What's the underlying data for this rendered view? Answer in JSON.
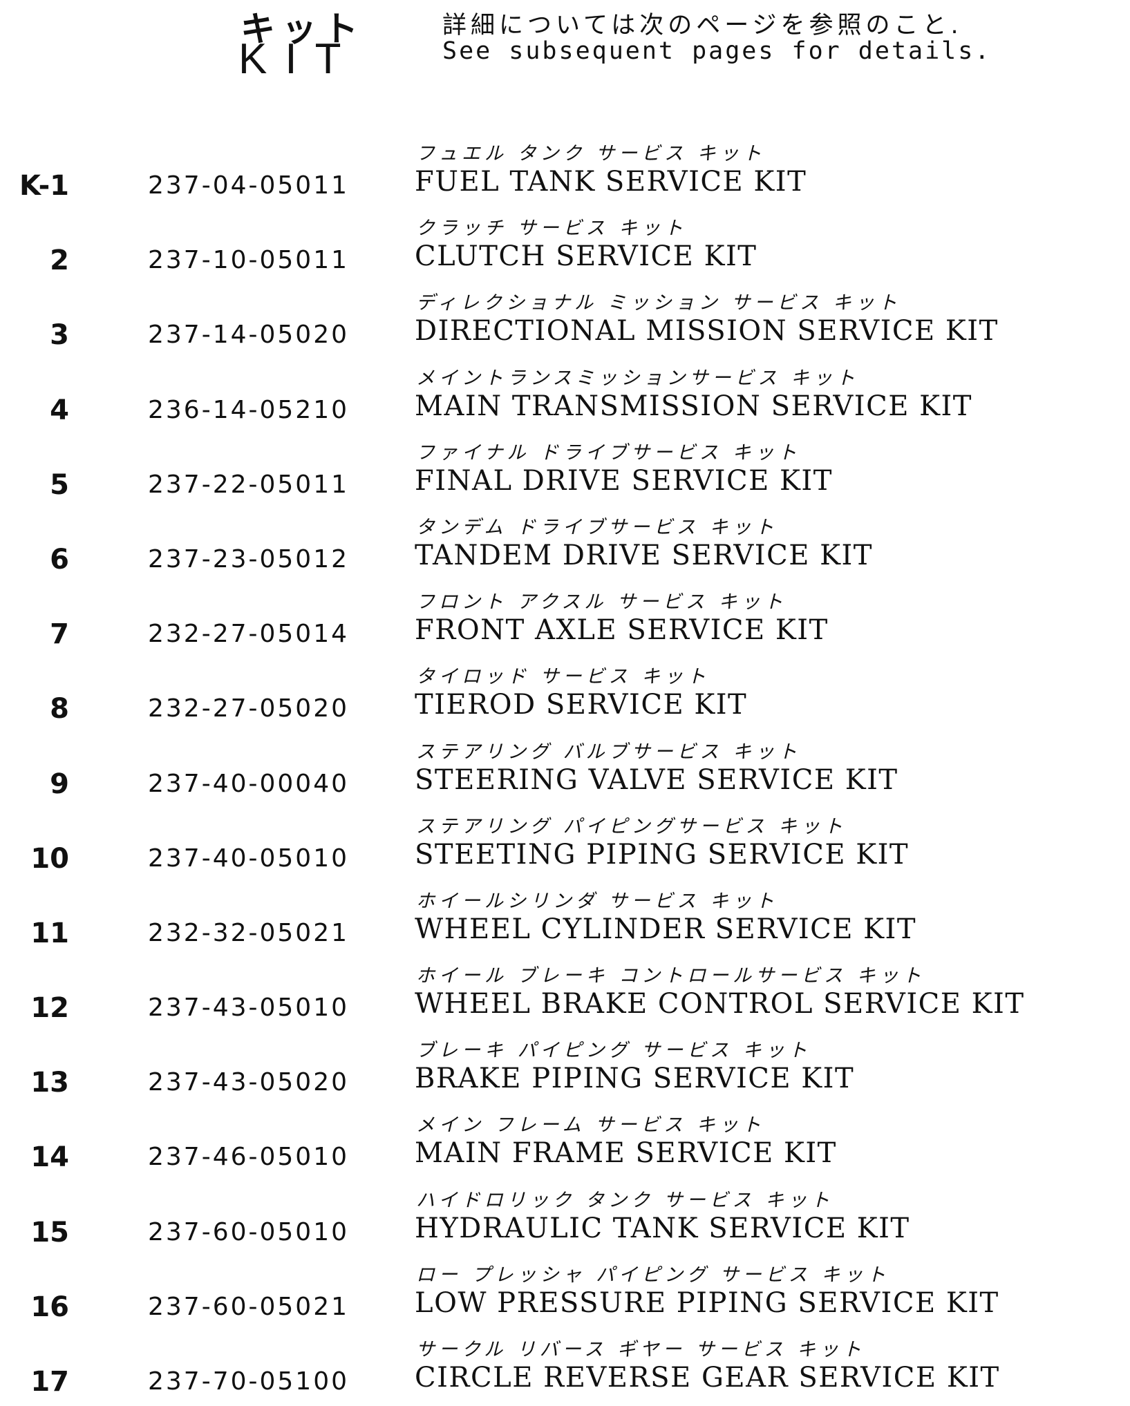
{
  "header": {
    "title_ja": "キット",
    "title_en": "KIT",
    "note_ja": "詳細については次のページを参照のこと.",
    "note_en": "See subsequent pages for details."
  },
  "kits": [
    {
      "no": "K-1",
      "part": "237-04-05011",
      "name_ja": "フュエル タンク サービス キット",
      "name_en": "FUEL TANK SERVICE KIT"
    },
    {
      "no": "2",
      "part": "237-10-05011",
      "name_ja": "クラッチ サービス キット",
      "name_en": "CLUTCH SERVICE KIT"
    },
    {
      "no": "3",
      "part": "237-14-05020",
      "name_ja": "ディレクショナル ミッション サービス キット",
      "name_en": "DIRECTIONAL MISSION SERVICE KIT"
    },
    {
      "no": "4",
      "part": "236-14-05210",
      "name_ja": "メイントランスミッションサービス キット",
      "name_en": "MAIN TRANSMISSION SERVICE KIT"
    },
    {
      "no": "5",
      "part": "237-22-05011",
      "name_ja": "ファイナル ドライブサービス キット",
      "name_en": "FINAL DRIVE SERVICE KIT"
    },
    {
      "no": "6",
      "part": "237-23-05012",
      "name_ja": "タンデム ドライブサービス キット",
      "name_en": "TANDEM DRIVE SERVICE KIT"
    },
    {
      "no": "7",
      "part": "232-27-05014",
      "name_ja": "フロント アクスル サービス キット",
      "name_en": "FRONT AXLE SERVICE KIT"
    },
    {
      "no": "8",
      "part": "232-27-05020",
      "name_ja": "タイロッド サービス キット",
      "name_en": "TIEROD SERVICE KIT"
    },
    {
      "no": "9",
      "part": "237-40-00040",
      "name_ja": "ステアリング バルブサービス キット",
      "name_en": "STEERING VALVE SERVICE KIT"
    },
    {
      "no": "10",
      "part": "237-40-05010",
      "name_ja": "ステアリング パイピングサービス キット",
      "name_en": "STEETING PIPING SERVICE KIT"
    },
    {
      "no": "11",
      "part": "232-32-05021",
      "name_ja": "ホイールシリンダ サービス キット",
      "name_en": "WHEEL CYLINDER SERVICE KIT"
    },
    {
      "no": "12",
      "part": "237-43-05010",
      "name_ja": "ホイール ブレーキ コントロールサービス キット",
      "name_en": "WHEEL BRAKE CONTROL SERVICE KIT"
    },
    {
      "no": "13",
      "part": "237-43-05020",
      "name_ja": "ブレーキ パイピング サービス キット",
      "name_en": "BRAKE PIPING SERVICE KIT"
    },
    {
      "no": "14",
      "part": "237-46-05010",
      "name_ja": "メイン フレーム サービス キット",
      "name_en": "MAIN FRAME SERVICE KIT"
    },
    {
      "no": "15",
      "part": "237-60-05010",
      "name_ja": "ハイドロリック タンク サービス キット",
      "name_en": "HYDRAULIC TANK SERVICE KIT"
    },
    {
      "no": "16",
      "part": "237-60-05021",
      "name_ja": "ロー プレッシャ パイピング サービス キット",
      "name_en": "LOW PRESSURE PIPING SERVICE KIT"
    },
    {
      "no": "17",
      "part": "237-70-05100",
      "name_ja": "サークル リバース ギヤー サービス キット",
      "name_en": "CIRCLE REVERSE GEAR SERVICE KIT"
    }
  ]
}
